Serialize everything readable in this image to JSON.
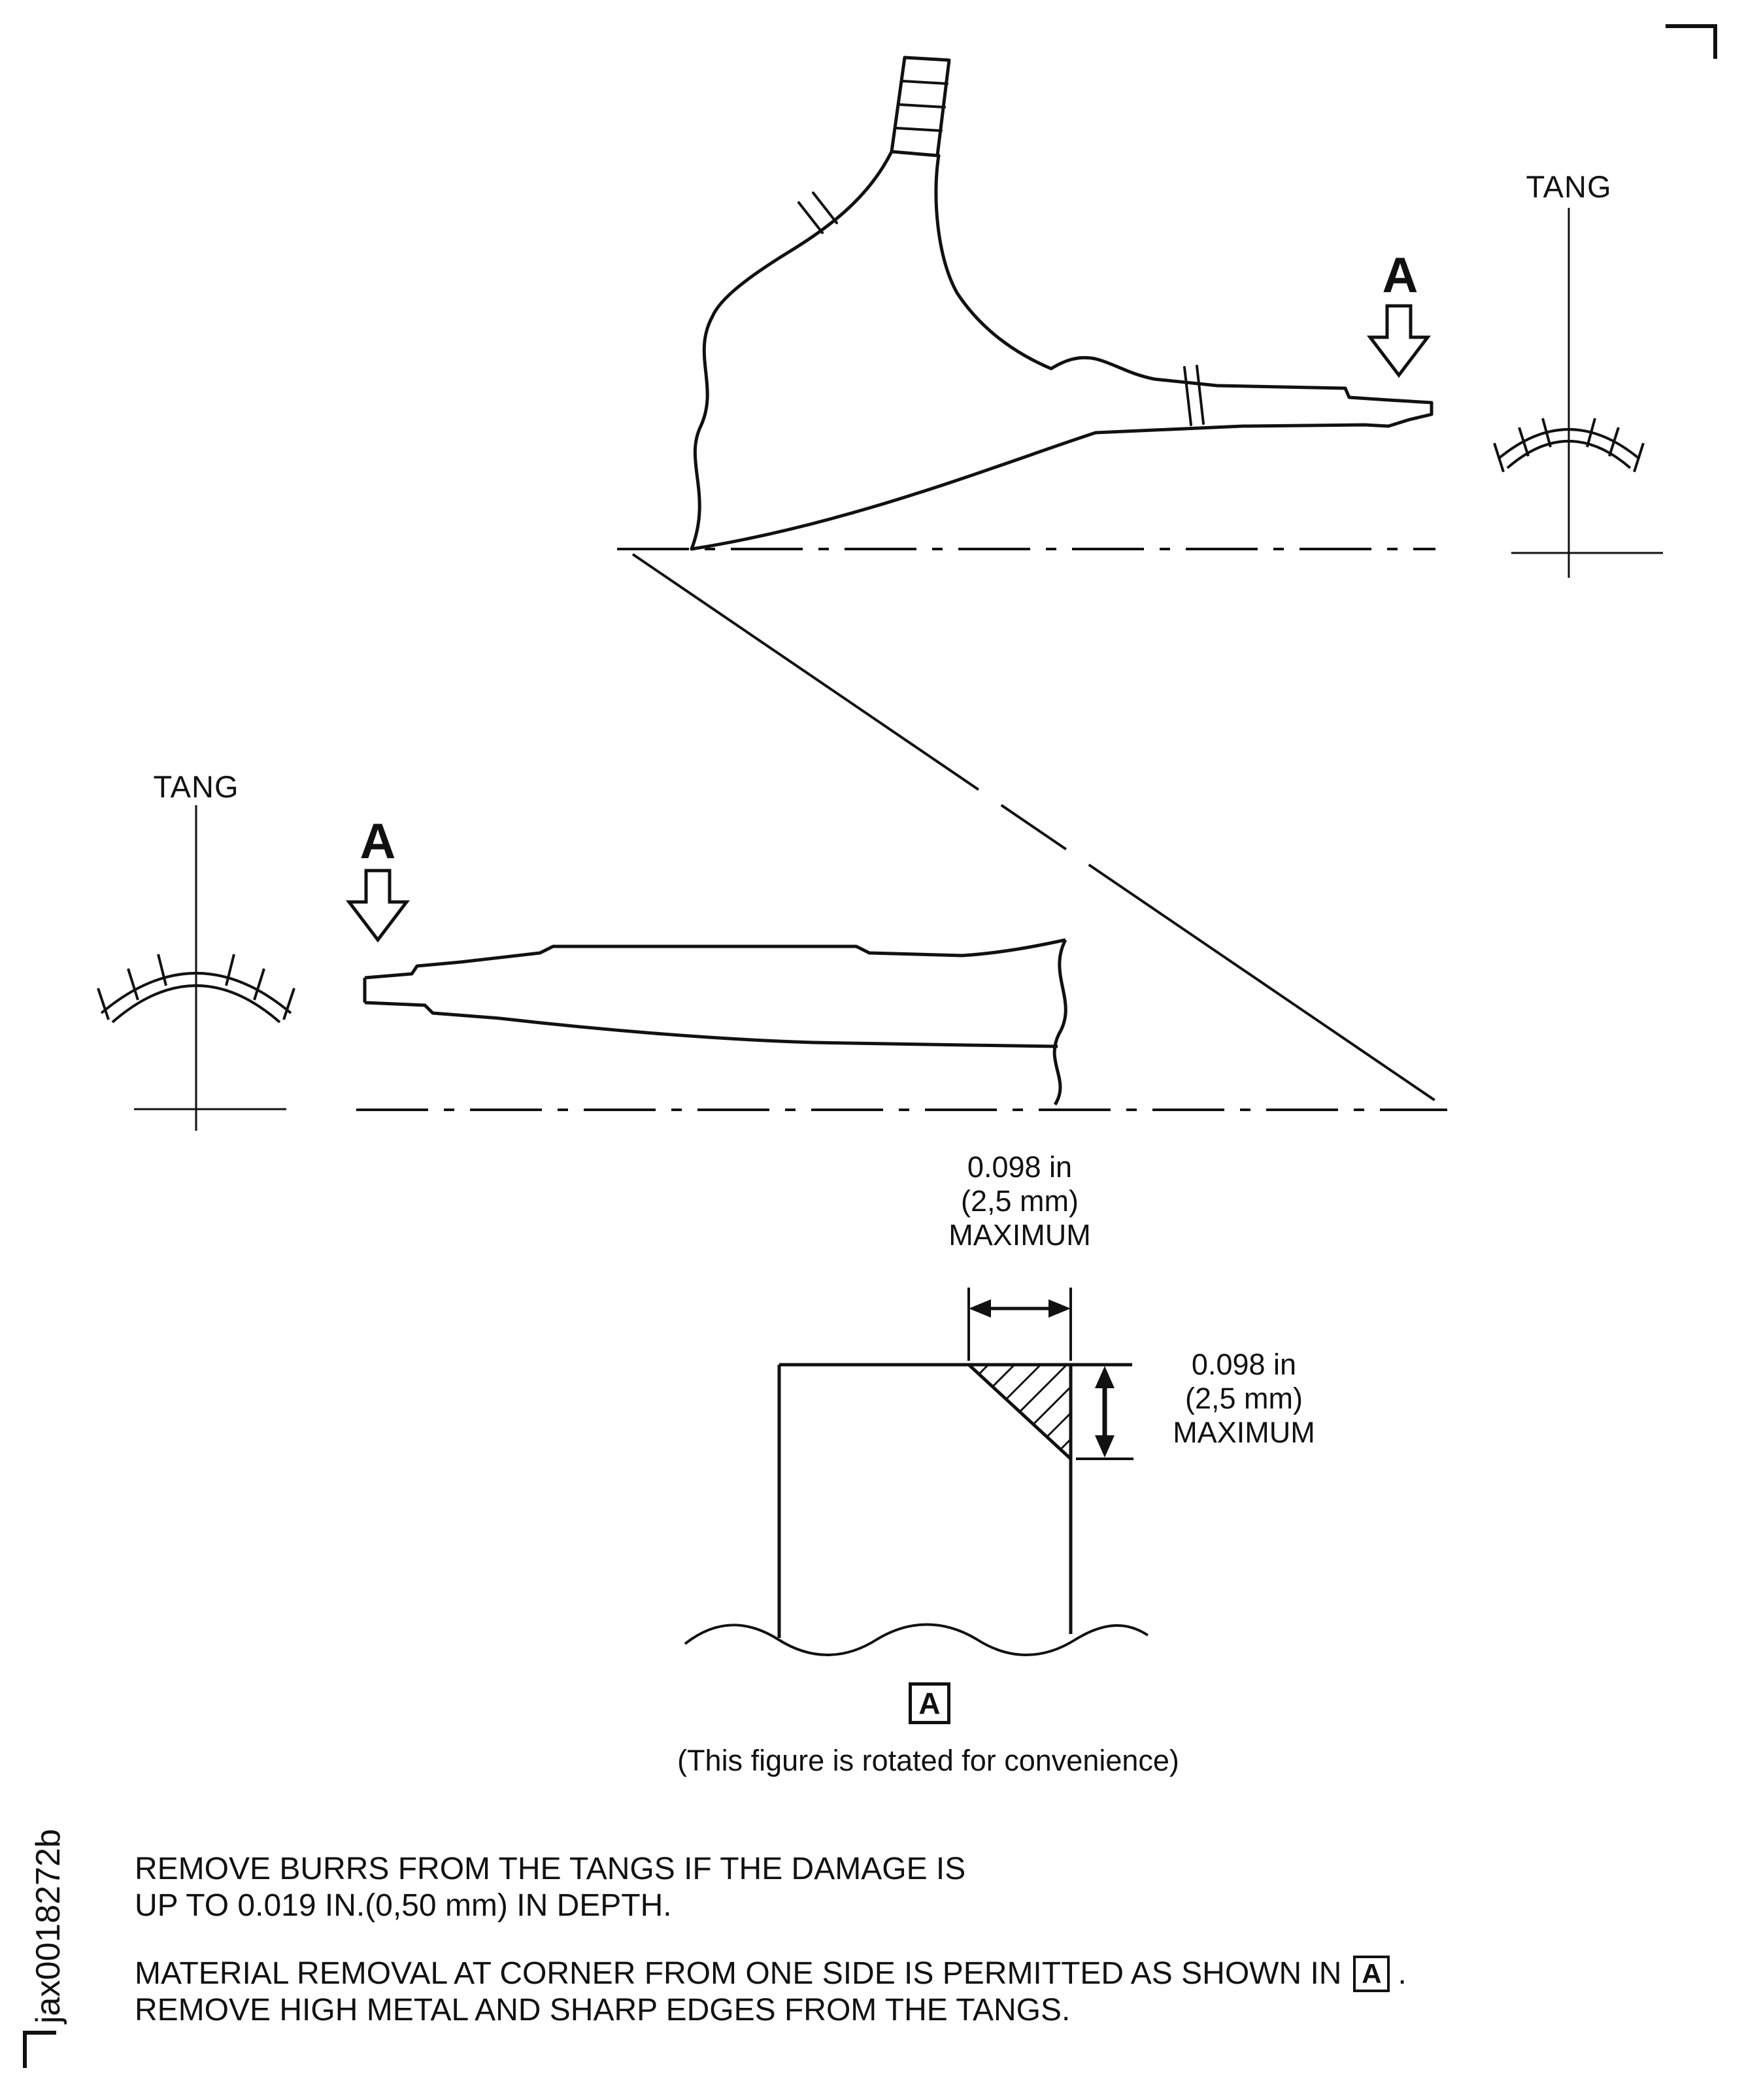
{
  "colors": {
    "ink": "#111111",
    "paper": "#ffffff"
  },
  "figure": {
    "file_id": "jax0018272b",
    "caption": "(This figure is rotated for convenience)",
    "tang_label": "TANG",
    "detail_letter": "A",
    "dim_horizontal": {
      "value": "0.098 in",
      "metric": "(2,5 mm)",
      "qualifier": "MAXIMUM"
    },
    "dim_vertical": {
      "value": "0.098 in",
      "metric": "(2,5 mm)",
      "qualifier": "MAXIMUM"
    },
    "notes": {
      "note1_line1": "REMOVE BURRS FROM THE TANGS IF THE DAMAGE IS",
      "note1_line2": "UP TO 0.019 IN.(0,50 mm) IN DEPTH.",
      "note2_line1_pre": "MATERIAL REMOVAL AT CORNER FROM ONE SIDE IS PERMITTED AS SHOWN IN",
      "note2_marker": "A",
      "note2_line1_post": ".",
      "note2_line2": "REMOVE HIGH METAL AND SHARP EDGES FROM THE TANGS."
    }
  }
}
